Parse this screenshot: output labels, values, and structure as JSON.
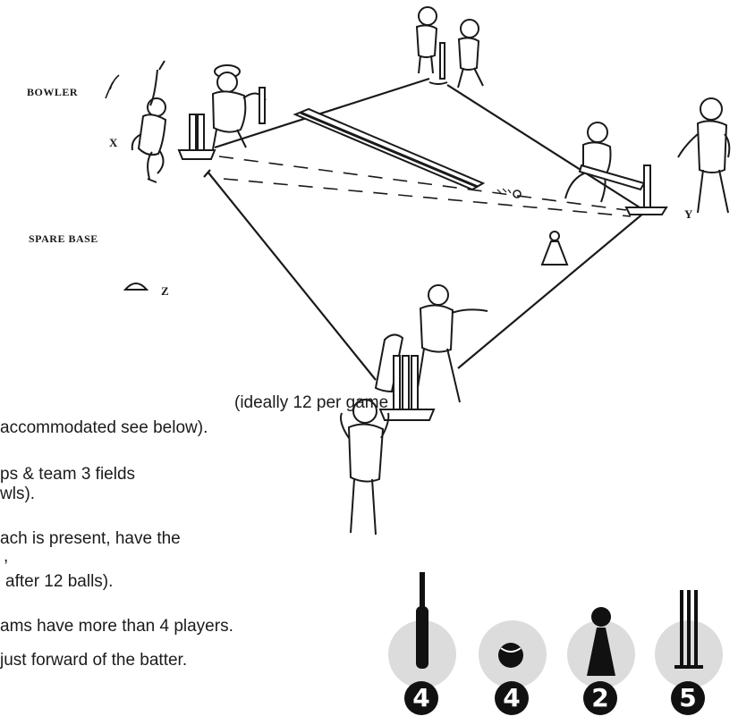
{
  "labels": {
    "bowler": "BOWLER",
    "spare_base": "SPARE BASE",
    "x": "X",
    "y": "Y",
    "z": "Z"
  },
  "text_lines": [
    "(ideally 12 per game",
    "accommodated see below).",
    "ps & team 3 fields",
    "wls).",
    "ach is present, have the",
    ",",
    "after 12 balls).",
    "ams have more than 4 players.",
    "just forward of the batter."
  ],
  "equipment": [
    {
      "name": "bat",
      "count": "4"
    },
    {
      "name": "ball",
      "count": "4"
    },
    {
      "name": "cone",
      "count": "2"
    },
    {
      "name": "stumps",
      "count": "5"
    }
  ]
}
